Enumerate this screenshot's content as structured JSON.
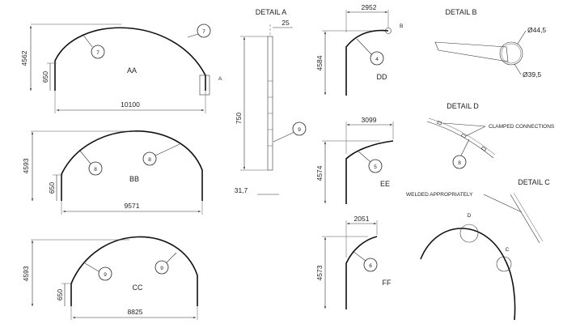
{
  "views": {
    "aa": {
      "label": "AA",
      "width": "10100",
      "height": "4562",
      "base": "650",
      "item": "7",
      "item2": "7",
      "detail_ref": "A"
    },
    "bb": {
      "label": "BB",
      "width": "9571",
      "height": "4593",
      "base": "650",
      "item": "8",
      "item2": "8"
    },
    "cc": {
      "label": "CC",
      "width": "8825",
      "height": "4593",
      "base": "650",
      "item": "9",
      "item2": "9"
    },
    "dd": {
      "label": "DD",
      "width": "2952",
      "height": "4584",
      "item": "4",
      "detail_ref": "B"
    },
    "ee": {
      "label": "EE",
      "width": "3099",
      "height": "4574",
      "item": "5"
    },
    "ff": {
      "label": "FF",
      "width": "2051",
      "height": "4573",
      "item": "6"
    }
  },
  "detail_a": {
    "title": "DETAIL A",
    "top_dim": "25",
    "height": "750",
    "bottom_dim": "31,7",
    "item": "9"
  },
  "detail_b": {
    "title": "DETAIL B",
    "outer_dia": "Ø44,5",
    "inner_dia": "Ø39,5"
  },
  "detail_d": {
    "title": "DETAIL D",
    "note": "CLAMPED CONNECTIONS",
    "item": "8"
  },
  "detail_c": {
    "title": "DETAIL C",
    "note": "WELDED APPROPRIATELY",
    "ref_d": "D",
    "ref_c": "C"
  }
}
